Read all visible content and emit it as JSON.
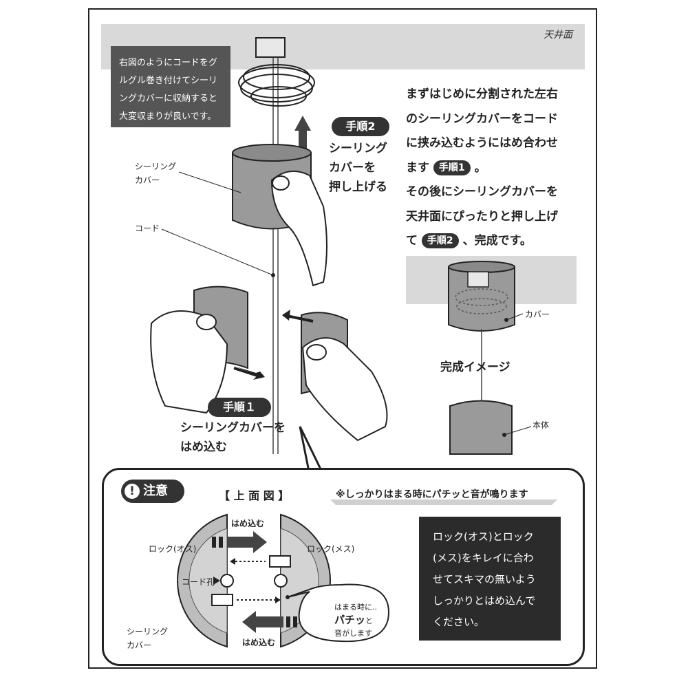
{
  "ceiling_label": "天井面",
  "tip_box": [
    "右図のようにコードをグ",
    "ルグル巻き付けてシーリ",
    "ングカバーに収納すると",
    "大変収まりが良いです。"
  ],
  "instructions": {
    "line1": "まずはじめに分割された左右",
    "line2": "のシーリングカバーをコード",
    "line3": "に挟み込むようにはめ合わせ",
    "line4_pre": "ます",
    "line4_badge": "手順1",
    "line4_post": "。",
    "line5": "その後にシーリングカバーを",
    "line6": "天井面にぴったりと押し上げ",
    "line7_pre": "て",
    "line7_badge": "手順2",
    "line7_post": "、完成です。"
  },
  "step2": {
    "badge": "手順2",
    "title": [
      "シーリング",
      "カバーを",
      "押し上げる"
    ]
  },
  "step1": {
    "badge": "手順１",
    "title": [
      "シーリングカバーを",
      "はめ込む"
    ]
  },
  "labels": {
    "ceiling_cover": [
      "シーリング",
      "カバー"
    ],
    "cord": "コード",
    "cover": "カバー",
    "complete_image": "完成イメージ",
    "body": "本体"
  },
  "notice": {
    "badge_icon": "!",
    "badge_label": "注意",
    "top_view": "【 上 面 図 】",
    "click_note": "※しっかりはまる時にパチッと音が鳴ります",
    "hamekomu_top": "はめ込む",
    "hamekomu_bottom": "はめ込む",
    "lock_male": "ロック(オス)",
    "lock_female": "ロック(メス)",
    "cord_hole": "コード孔",
    "ceiling_cover": [
      "シーリング",
      "カバー"
    ],
    "bubble": {
      "line1": "はまる時に..",
      "line2_bold": "パチッ",
      "line2_rest": "と",
      "line3": "音がします"
    },
    "right_box": [
      "ロック(オス)とロック",
      "(メス)をキレイに合わ",
      "せてスキマの無いよう",
      "しっかりとはめ込んで",
      "ください。"
    ]
  },
  "colors": {
    "dark": "#333333",
    "ceiling": "#d9d9d9",
    "cover_gray": "#9a9a9a",
    "light_gray": "#bdbdbd"
  }
}
